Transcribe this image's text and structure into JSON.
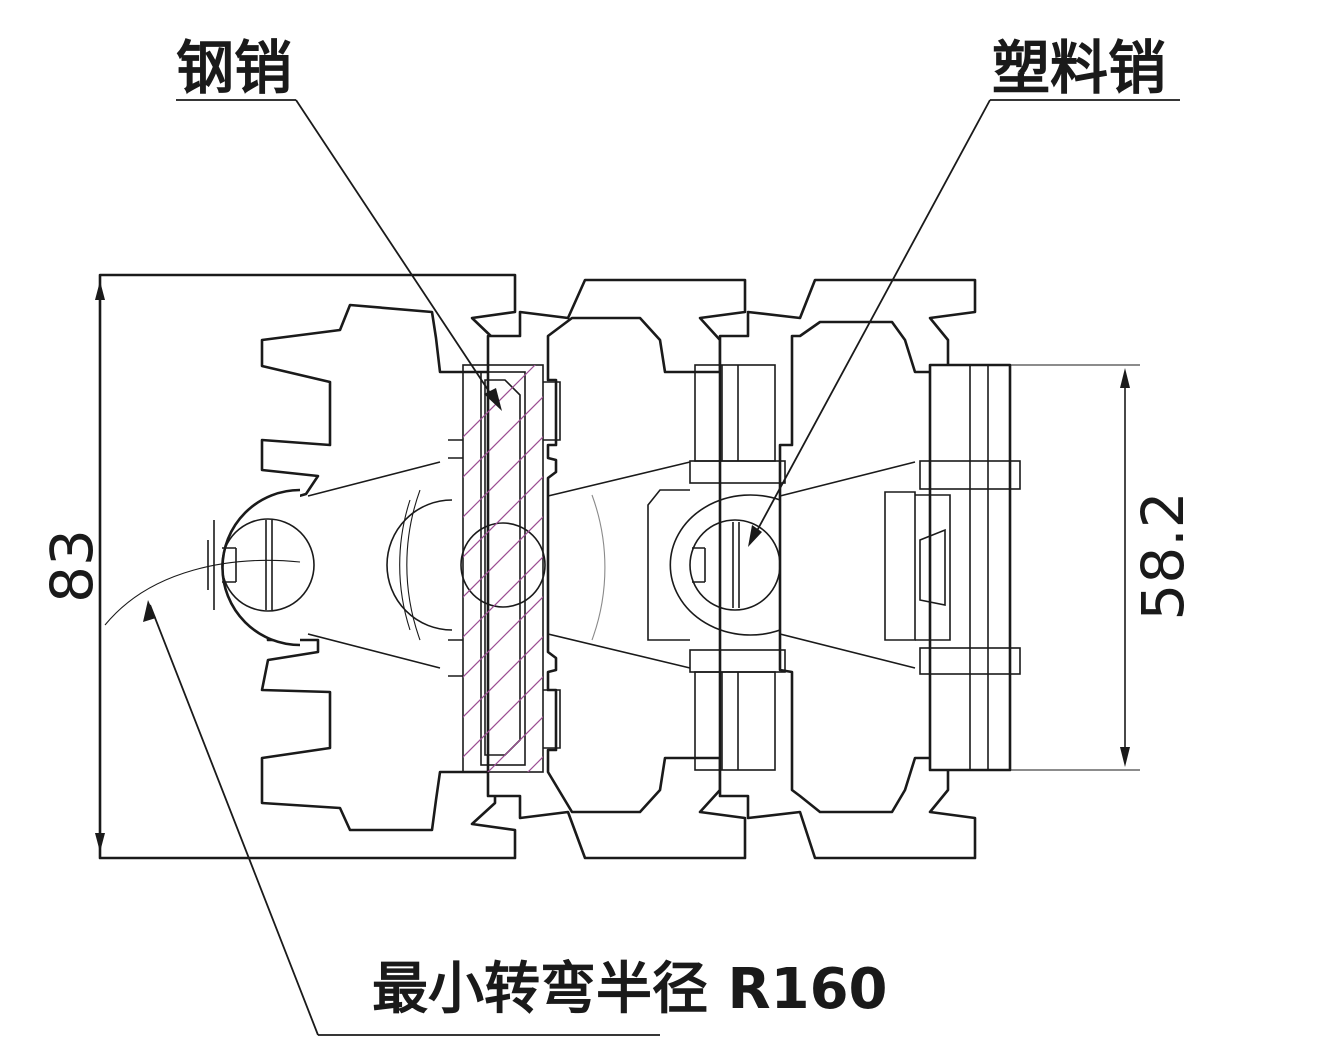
{
  "labels": {
    "steel_pin": "钢销",
    "plastic_pin": "塑料销",
    "min_turning_radius": "最小转弯半径 R160"
  },
  "dimensions": {
    "overall_height": "83",
    "inner_width": "58.2"
  },
  "colors": {
    "line": "#1a1a1a",
    "hatch": "#9b4e93"
  }
}
